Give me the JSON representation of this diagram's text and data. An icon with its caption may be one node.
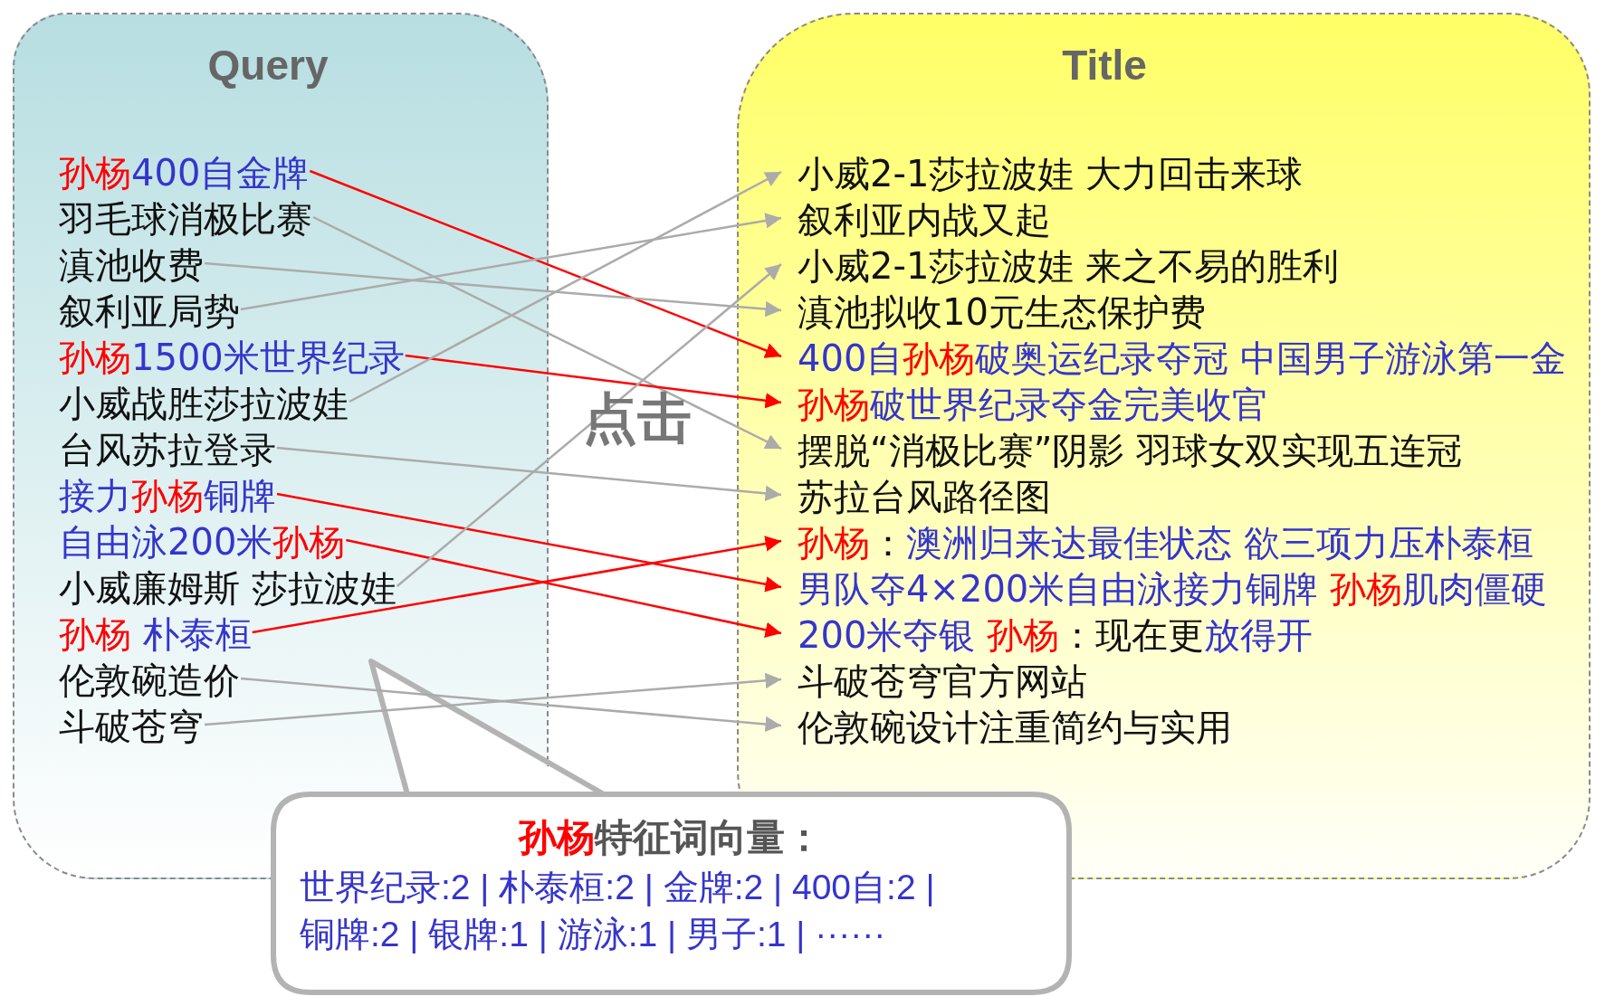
{
  "diagram": {
    "nodes": [
      {
        "text": [
          "Query"
        ]
      },
      {
        "text": [
          "孙杨400自金牌"
        ],
        "in": 0
      },
      {
        "text": [
          "羽毛球消极比赛"
        ],
        "in": 0
      },
      {
        "text": [
          "滇池收费"
        ],
        "in": 0
      },
      {
        "text": [
          "叙利亚局势"
        ],
        "in": 0
      },
      {
        "text": [
          "孙杨1500米世界纪录"
        ],
        "in": 0
      },
      {
        "text": [
          "小威战胜莎拉波娃"
        ],
        "in": 0
      },
      {
        "text": [
          "台风苏拉登录"
        ],
        "in": 0
      },
      {
        "text": [
          "接力孙杨铜牌"
        ],
        "in": 0
      },
      {
        "text": [
          "自由泳200米孙杨"
        ],
        "in": 0
      },
      {
        "text": [
          "小威廉姆斯 莎拉波娃"
        ],
        "in": 0
      },
      {
        "text": [
          "孙杨 朴泰桓"
        ],
        "in": 0
      },
      {
        "text": [
          "伦敦碗造价"
        ],
        "in": 0
      },
      {
        "text": [
          "斗破苍穹"
        ],
        "in": 0
      },
      {
        "text": [
          "Title"
        ]
      },
      {
        "text": [
          "小威2-1莎拉波娃 大力回击来球"
        ],
        "in": 14
      },
      {
        "text": [
          "叙利亚内战又起"
        ],
        "in": 14
      },
      {
        "text": [
          "小威2-1莎拉波娃 来之不易的胜利"
        ],
        "in": 14
      },
      {
        "text": [
          "滇池拟收10元生态保护费"
        ],
        "in": 14
      },
      {
        "text": [
          "400自孙杨破奥运纪录夺冠 中国男子游泳第一金"
        ],
        "in": 14
      },
      {
        "text": [
          "孙杨破世界纪录夺金完美收官"
        ],
        "in": 14
      },
      {
        "text": [
          "摆脱“消极比赛”阴影 羽球女双实现五连冠"
        ],
        "in": 14
      },
      {
        "text": [
          "苏拉台风路径图"
        ],
        "in": 14
      },
      {
        "text": [
          "孙杨：澳洲归来达最佳状态 欲三项力压朴泰桓"
        ],
        "in": 14
      },
      {
        "text": [
          "男队夺4×200米自由泳接力铜牌 孙杨肌肉僵硬"
        ],
        "in": 14
      },
      {
        "text": [
          "200米夺银 孙杨：现在更放得开"
        ],
        "in": 14
      },
      {
        "text": [
          "斗破苍穹官方网站"
        ],
        "in": 14
      },
      {
        "text": [
          "伦敦碗设计注重简约与实用"
        ],
        "in": 14
      },
      {
        "text": [
          "孙杨特征词向量：",
          "世界纪录:2 | 朴泰桓:2 | 金牌:2 | 400自:2 | 铜牌:2 | 银牌:1 | 游泳:1 | 男子:1 | ······"
        ]
      }
    ],
    "edges": [
      {
        "from": 1,
        "to": 19,
        "arrow": "to",
        "color": "#ff0000"
      },
      {
        "from": 2,
        "to": 21,
        "arrow": "to"
      },
      {
        "from": 3,
        "to": 18,
        "arrow": "to"
      },
      {
        "from": 4,
        "to": 16,
        "arrow": "to"
      },
      {
        "from": 5,
        "to": 20,
        "arrow": "to",
        "color": "#ff0000"
      },
      {
        "from": 6,
        "to": 15,
        "arrow": "to"
      },
      {
        "from": 7,
        "to": 22,
        "arrow": "to"
      },
      {
        "from": 8,
        "to": 24,
        "arrow": "to",
        "color": "#ff0000"
      },
      {
        "from": 9,
        "to": 25,
        "arrow": "to",
        "color": "#ff0000"
      },
      {
        "from": 10,
        "to": 17,
        "arrow": "to"
      },
      {
        "from": 11,
        "to": 23,
        "arrow": "to",
        "color": "#ff0000"
      },
      {
        "from": 12,
        "to": 27,
        "arrow": "to"
      },
      {
        "from": 13,
        "to": 26,
        "arrow": "to"
      }
    ],
    "labels": [
      "点击"
    ]
  }
}
